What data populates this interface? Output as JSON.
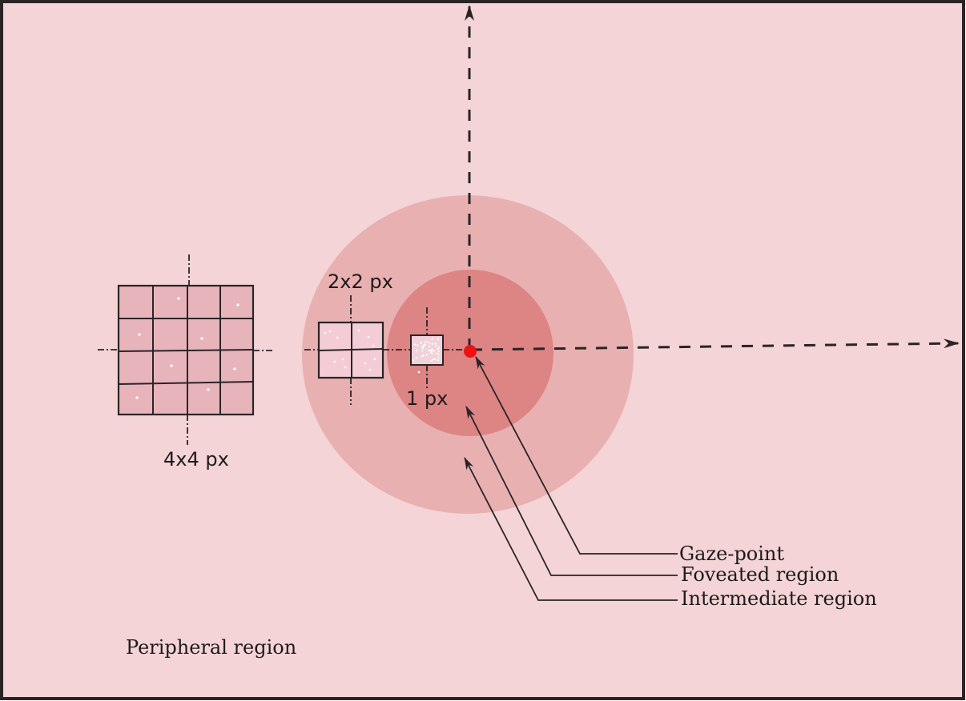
{
  "labels": {
    "block_4x4": "4x4 px",
    "block_2x2": "2x2 px",
    "block_1": "1 px",
    "gaze_point": "Gaze-point",
    "foveated_region": "Foveated region",
    "intermediate_region": "Intermediate region",
    "peripheral_region": "Peripheral region"
  },
  "colors": {
    "peripheral": "#f4d4d6",
    "intermediate": "#e8b0b1",
    "foveated": "#dd8484",
    "gaze_point": "#ee1111",
    "block_4x4_fill": "#e8b4bb",
    "block_2x2_fill": "#f3ccd6",
    "block_1_fill": "#f0d2da",
    "ink": "#2a2425"
  },
  "grids": {
    "block_4x4": {
      "rows": 4,
      "cols": 4
    },
    "block_2x2": {
      "rows": 2,
      "cols": 2
    },
    "block_1": {
      "rows": 1,
      "cols": 1
    }
  }
}
